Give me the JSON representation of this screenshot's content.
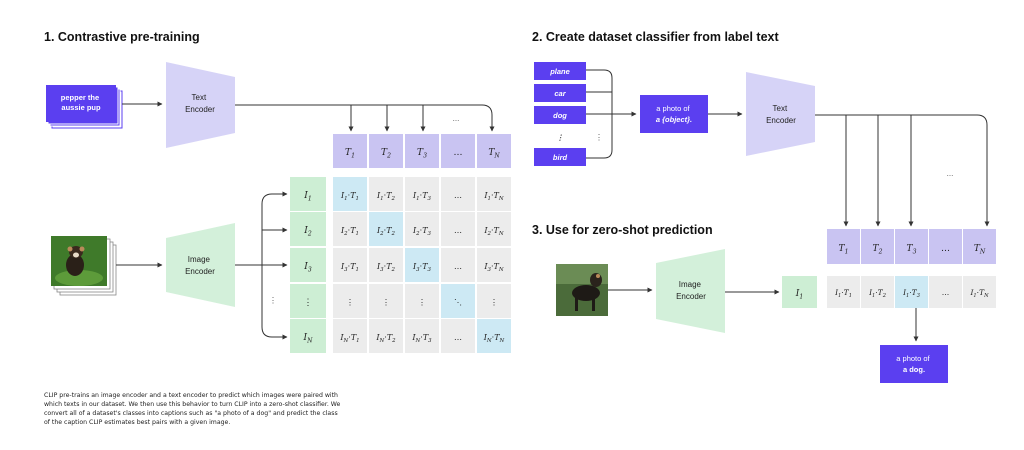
{
  "sections": {
    "pretraining_title": "1. Contrastive pre-training",
    "classifier_title": "2. Create dataset classifier from label text",
    "zeroshot_title": "3. Use for zero-shot prediction"
  },
  "encoders": {
    "text_encoder": "Text Encoder",
    "image_encoder": "Image Encoder"
  },
  "pretraining": {
    "text_input": "pepper the aussie pup",
    "dots": "...",
    "text_tokens": [
      {
        "base": "T",
        "sub": "1"
      },
      {
        "base": "T",
        "sub": "2"
      },
      {
        "base": "T",
        "sub": "3"
      },
      {
        "base": "…",
        "sub": ""
      },
      {
        "base": "T",
        "sub": "N"
      }
    ],
    "image_tokens": [
      {
        "base": "I",
        "sub": "1"
      },
      {
        "base": "I",
        "sub": "2"
      },
      {
        "base": "I",
        "sub": "3"
      },
      {
        "base": "⋮",
        "sub": ""
      },
      {
        "base": "I",
        "sub": "N"
      }
    ],
    "matrix": [
      [
        "I1·T1",
        "I1·T2",
        "I1·T3",
        "…",
        "I1·TN"
      ],
      [
        "I2·T1",
        "I2·T2",
        "I2·T3",
        "…",
        "I2·TN"
      ],
      [
        "I3·T1",
        "I3·T2",
        "I3·T3",
        "…",
        "I3·TN"
      ],
      [
        "⋮",
        "⋮",
        "⋮",
        "⋱",
        "⋮"
      ],
      [
        "IN·T1",
        "IN·T2",
        "IN·T3",
        "…",
        "IN·TN"
      ]
    ]
  },
  "classifier": {
    "labels": [
      "plane",
      "car",
      "dog",
      "⋮",
      "bird"
    ],
    "template_line1": "a photo of",
    "template_line2": "a {object}.",
    "dots": "..."
  },
  "zeroshot": {
    "image_token": {
      "base": "I",
      "sub": "1"
    },
    "text_tokens": [
      {
        "base": "T",
        "sub": "1"
      },
      {
        "base": "T",
        "sub": "2"
      },
      {
        "base": "T",
        "sub": "3"
      },
      {
        "base": "…",
        "sub": ""
      },
      {
        "base": "T",
        "sub": "N"
      }
    ],
    "scores": [
      "I1·T1",
      "I1·T2",
      "I1·T3",
      "…",
      "I1·TN"
    ],
    "result_line1": "a photo of",
    "result_line2": "a dog."
  },
  "caption": "CLIP pre-trains an image encoder and a text encoder to predict which images were paired with which texts in our dataset. We then use this behavior to turn CLIP into a zero-shot classifier. We convert all of a dataset's classes into captions such as \"a photo of a dog\" and predict the class of the caption CLIP estimates best pairs with a given image.",
  "colors": {
    "text_encoder": "#d6d3f7",
    "image_encoder": "#d3f0da",
    "text_token": "#c9c4f2",
    "image_token": "#cdeed4",
    "cell": "#ececec",
    "diagonal": "#cde9f4",
    "accent": "#5b3ff0",
    "line": "#333333"
  }
}
